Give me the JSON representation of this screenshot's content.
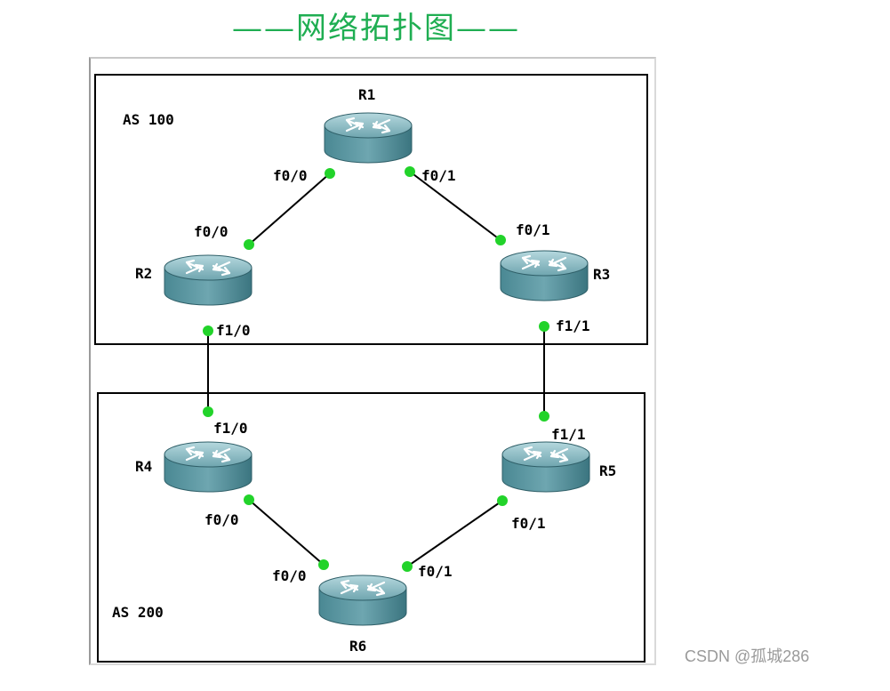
{
  "title": "——网络拓扑图——",
  "watermark": "CSDN @孤城286",
  "areas": [
    {
      "id": "as100",
      "label": "AS 100"
    },
    {
      "id": "as200",
      "label": "AS 200"
    }
  ],
  "routers": [
    {
      "id": "r1",
      "label": "R1"
    },
    {
      "id": "r2",
      "label": "R2"
    },
    {
      "id": "r3",
      "label": "R3"
    },
    {
      "id": "r4",
      "label": "R4"
    },
    {
      "id": "r5",
      "label": "R5"
    },
    {
      "id": "r6",
      "label": "R6"
    }
  ],
  "links": [
    {
      "from": "r1",
      "from_if": "f0/0",
      "to": "r2",
      "to_if": "f0/0"
    },
    {
      "from": "r1",
      "from_if": "f0/1",
      "to": "r3",
      "to_if": "f0/1"
    },
    {
      "from": "r2",
      "from_if": "f1/0",
      "to": "r4",
      "to_if": "f1/0"
    },
    {
      "from": "r3",
      "from_if": "f1/1",
      "to": "r5",
      "to_if": "f1/1"
    },
    {
      "from": "r4",
      "from_if": "f0/0",
      "to": "r6",
      "to_if": "f0/0"
    },
    {
      "from": "r5",
      "from_if": "f0/1",
      "to": "r6",
      "to_if": "f0/1"
    }
  ],
  "colors": {
    "title": "#1fae52",
    "port_dot": "#22d32a",
    "router_top": "#7fb3bc",
    "router_side": "#3f7b86",
    "link": "#000000"
  }
}
